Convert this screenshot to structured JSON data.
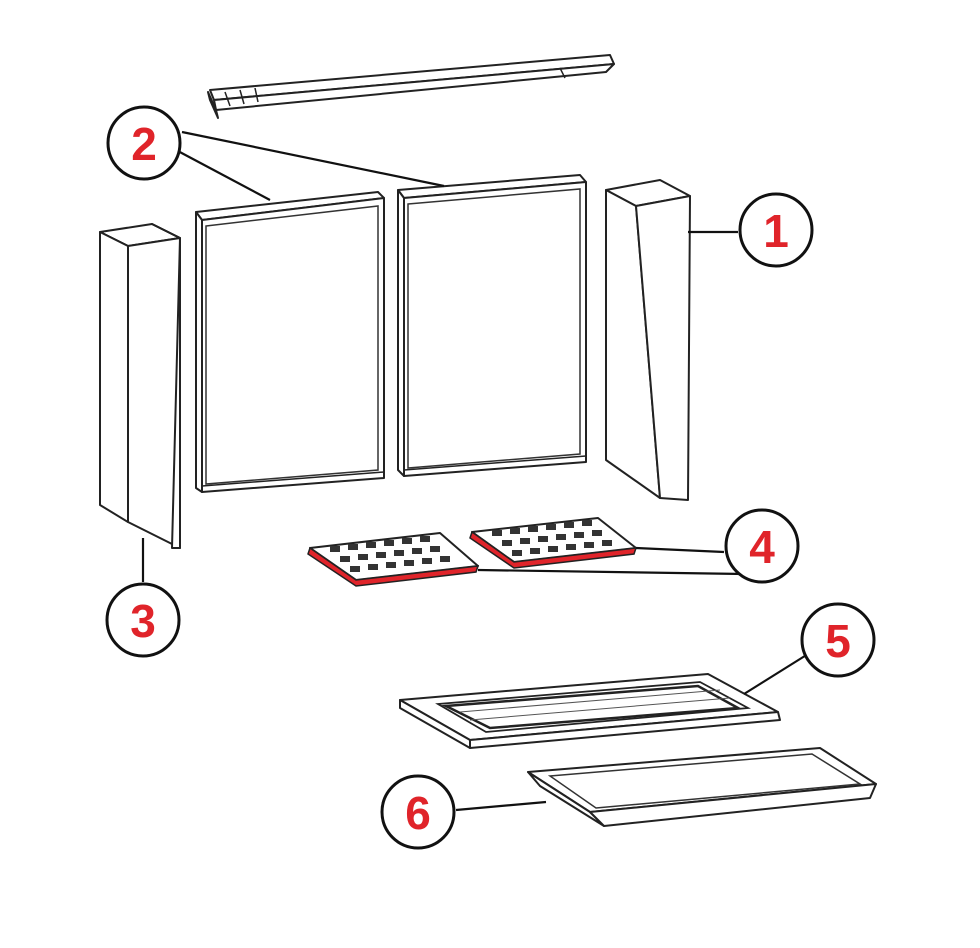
{
  "colors": {
    "callout_text": "#e0242a",
    "highlight": "#e0242a",
    "line": "#111111"
  },
  "callouts": [
    {
      "id": "1",
      "label": "1"
    },
    {
      "id": "2",
      "label": "2"
    },
    {
      "id": "3",
      "label": "3"
    },
    {
      "id": "4",
      "label": "4"
    },
    {
      "id": "5",
      "label": "5"
    },
    {
      "id": "6",
      "label": "6"
    }
  ]
}
